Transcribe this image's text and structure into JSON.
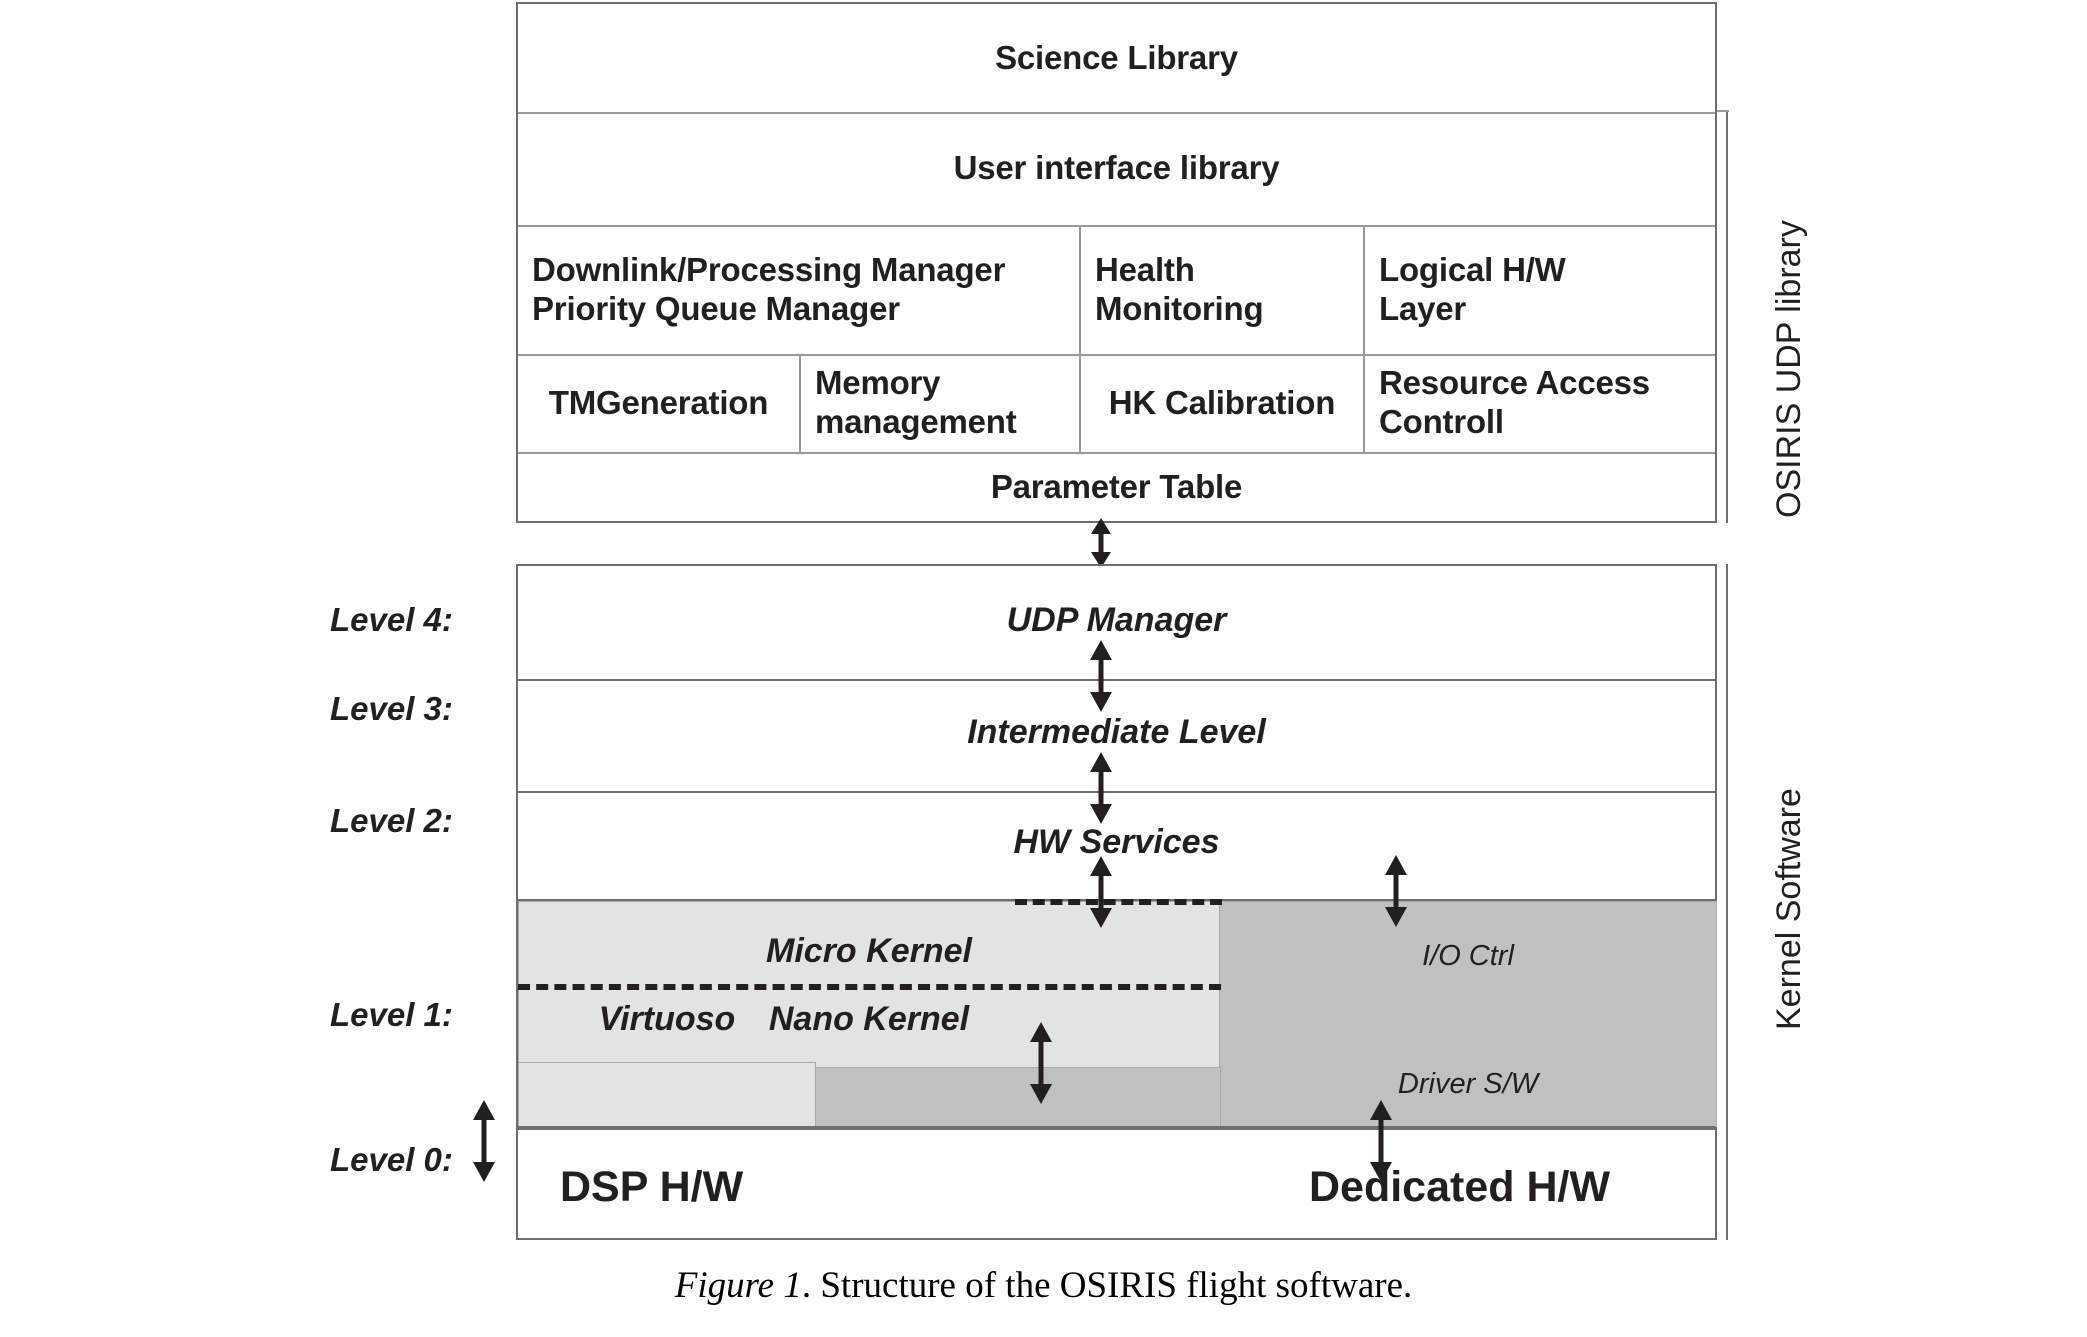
{
  "figure": {
    "caption_prefix": "Figure 1",
    "caption_text": ". Structure of the OSIRIS flight software."
  },
  "udp_library": {
    "side_label": "OSIRIS UDP library",
    "rows": [
      {
        "cells": [
          {
            "label": "Science Library"
          }
        ]
      },
      {
        "cells": [
          {
            "label": "User interface library"
          }
        ]
      },
      {
        "cells": [
          {
            "label": "Downlink/Processing Manager\nPriority Queue Manager"
          },
          {
            "label": "Health\nMonitoring"
          },
          {
            "label": "Logical H/W\nLayer"
          }
        ]
      },
      {
        "cells": [
          {
            "label": "TMGeneration"
          },
          {
            "label": "Memory\nmanagement"
          },
          {
            "label": "HK Calibration"
          },
          {
            "label": "Resource Access\nControll"
          }
        ]
      },
      {
        "cells": [
          {
            "label": "Parameter Table"
          }
        ]
      }
    ]
  },
  "kernel": {
    "side_label": "Kernel Software",
    "levels": [
      {
        "label": "Level 4:",
        "title": "UDP Manager"
      },
      {
        "label": "Level 3:",
        "title": "Intermediate Level"
      },
      {
        "label": "Level 2:",
        "title": "HW Services"
      },
      {
        "label": "Level 1:",
        "title": ""
      },
      {
        "label": "Level 0:",
        "title": ""
      }
    ],
    "blocks": {
      "micro_kernel": "Micro Kernel",
      "nano_kernel": "Nano Kernel",
      "virtuoso": "Virtuoso",
      "io_ctrl": "I/O Ctrl",
      "driver_sw": "Driver S/W"
    },
    "hardware": {
      "dsp": "DSP H/W",
      "dedicated": "Dedicated H/W"
    }
  },
  "colors": {
    "gray_light": "#e2e3e5",
    "gray_dark": "#bfc0c4",
    "border": "#6e6e6e",
    "inner_border": "#9a9a9a",
    "text": "#231f20"
  }
}
